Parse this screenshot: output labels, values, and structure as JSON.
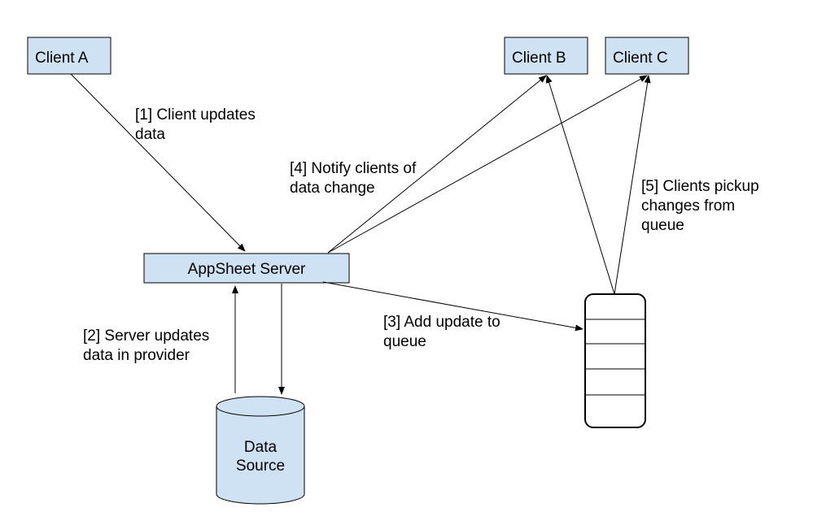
{
  "nodes": {
    "client_a": "Client A",
    "client_b": "Client B",
    "client_c": "Client C",
    "server": "AppSheet Server",
    "datasource_line1": "Data",
    "datasource_line2": "Source"
  },
  "steps": {
    "step1": [
      "[1] Client updates",
      "data"
    ],
    "step2": [
      "[2] Server updates",
      "data in provider"
    ],
    "step3": [
      "[3] Add update to",
      "queue"
    ],
    "step4": [
      "[4] Notify clients of",
      "data change"
    ],
    "step5": [
      "[5] Clients pickup",
      "changes from",
      "queue"
    ]
  },
  "colors": {
    "node_fill": "#cfe2f3",
    "stroke": "#000000"
  }
}
